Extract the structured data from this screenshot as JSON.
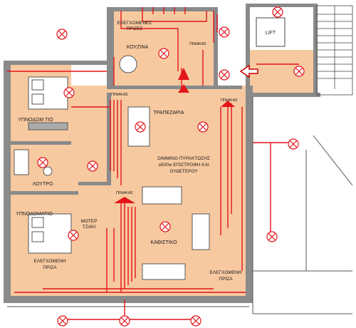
{
  "rooms": {
    "kitchen": "ΚΟΥΖΙΝΑ",
    "bedroom1": "ΥΠΝΟΔΩΜ ΤΙΟ",
    "dining": "ΤΡΑΠΕΖΑΡΙΑ",
    "bathroom": "ΛΟΥΤΡΟ",
    "bedroom2": "ΥΠΝΟΔΩΜΑΤΙΟ",
    "living": "ΚΑΘΙΣΤΙΚΟ",
    "lift": "LIFT"
  },
  "labels": {
    "controlled_outlets_top_1": "ΕΛΕΓΧΟΜΕΝΕΣ",
    "controlled_outlets_top_2": "ΠΡΙΖΕΣ",
    "panel_kitchen": "ΠΙΝΑΚΑΣ",
    "panel_small": "ΠΙΝΑΚΑΣ",
    "panel_right": "ΠΙΝΑΚΑΣ",
    "panel_living": "ΠΙΝΑΚΑΣ",
    "dimming_1": "DIMMING ΠΥΡΑΚΤΩΣΗΣ",
    "dimming_2": "≥500w ΕΠΙΣΤΡΟΦΗ ΚΑΙ",
    "dimming_3": "ΟΥΔΕΤΕΡΟΥ",
    "motor_1": "ΜΟΤΕΡ",
    "motor_2": "ΤΖΑΚΙ",
    "controlled_outlet_left_1": "ΕΛΕΓΧΟΜΕΝΗ",
    "controlled_outlet_left_2": "ΠΡΙΖΑ",
    "controlled_outlet_right_1": "ΕΛΕΓΧΟΜΕΝΗ",
    "controlled_outlet_right_2": "ΠΡΙΖΑ"
  },
  "colors": {
    "floor": "#f7c9a0",
    "wall": "#8a8a8a",
    "wiring": "#e4141a",
    "line": "#333333"
  },
  "icons": [
    "light-fixture-icon",
    "entrance-arrow-icon",
    "panel-triangle-icon"
  ]
}
